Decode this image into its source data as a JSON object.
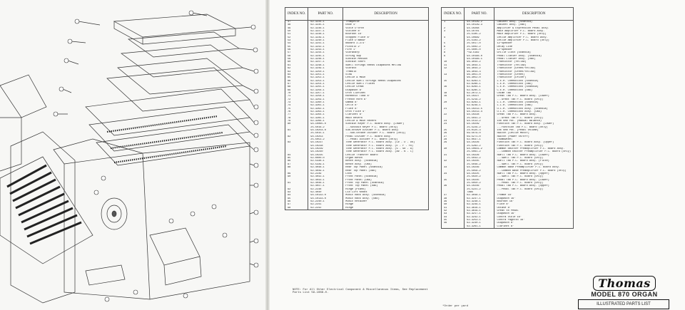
{
  "table1": {
    "headers": {
      "index": "INDEX NO.",
      "part": "PART NO.",
      "desc": "DESCRIPTION"
    },
    "rows": [
      [
        "47",
        "62-3234-1",
        "Trompette"
      ],
      [
        "48",
        "62-3235-1",
        "Oboe 4'"
      ],
      [
        "49",
        "62-3236-1",
        "Viole D'orch"
      ],
      [
        "50",
        "62-3237-1",
        "Violone 8'"
      ],
      [
        "51",
        "62-3238-1",
        "Bourdon 16'"
      ],
      [
        "52",
        "62-3239-1",
        "Stopped Flute 8'"
      ],
      [
        "53",
        "62-3240-1",
        "Flute D'amour"
      ],
      [
        "54",
        "62-3241-1",
        "Nazard 2-2/3'"
      ],
      [
        "55",
        "62-3242-1",
        "Piccolo 2'"
      ],
      [
        "56",
        "62-3243-1",
        "Fife 1'"
      ],
      [
        "57",
        "62-3244-1",
        "Vibraharp"
      ],
      [
        "58",
        "62-3245-1",
        "String Swp"
      ],
      [
        "59",
        "62-3246-1",
        "Sustain Medium"
      ],
      [
        "60",
        "62-3247-1",
        "Sustain Short"
      ],
      [
        "61",
        "62-3248-1",
        "Swell Strings Reeds Diapasons Mellow"
      ],
      [
        "62",
        "62-3249-1",
        "Vibrato"
      ],
      [
        "63",
        "62-3250-1",
        "Tremolo"
      ],
      [
        "64",
        "62-3251-1",
        "Slow"
      ],
      [
        "65",
        "62-3252-1",
        "Leslie & Main"
      ],
      [
        "66",
        "62-3253-1",
        "Leslie Swell Strings Reeds Diapasons"
      ],
      [
        "67",
        "62-3254-1",
        "Leslie Swell Flutes"
      ],
      [
        "68",
        "62-3255-1",
        "Leslie Great"
      ],
      [
        "69",
        "62-3256-1",
        "Diapason 8'"
      ],
      [
        "70",
        "62-3257-1",
        "Orch Clarinet"
      ],
      [
        "71",
        "62-3258-1",
        "Harmonic Tuba 8'"
      ],
      [
        "72",
        "62-3259-1",
        "French Horn 8'"
      ],
      [
        "73",
        "62-3260-1",
        "Gamba 8'"
      ],
      [
        "74",
        "62-3261-1",
        "Cello 8'"
      ],
      [
        "75",
        "62-3262-1",
        "Flute 8'"
      ],
      [
        "76",
        "62-3263-1",
        "Orch Flute 4'"
      ],
      [
        "77",
        "62-3264-1",
        "Clarinet 8'"
      ],
      [
        "78",
        "62-3265-1",
        "Main Reverb"
      ],
      [
        "79",
        "62-3266-1",
        "Leslie & Main Reverb"
      ],
      [
        "80",
        "94-10065-0",
        "Sustain Keyer P.C. Board Assy. (Lower)"
      ],
      [
        "",
        "25-5016-2",
        "...Sustain Keyer P.C. Board (Only)"
      ],
      [
        "81",
        "94-10254-0",
        "Sub-Octave Divider P.C. Board Assy."
      ],
      [
        "",
        "25-5015-1",
        "...Sub-Octave Divider P.C. Board (Only)"
      ],
      [
        "82",
        "94-10253",
        "Pedal Divider P.C. Board Assy."
      ],
      [
        "",
        "25-5053-2",
        "...Pedal Divider P.C. Board (Only)"
      ],
      [
        "83",
        "94-10237",
        "Tone Generator P.C. Board Assy. (C# - D - D#)"
      ],
      [
        "",
        "94-10238",
        "Tone Generator P.C. Board Assy. (E - F - F#)"
      ],
      [
        "",
        "94-10239",
        "Tone Generator P.C. Board Assy. (G - G# - A)"
      ],
      [
        "",
        "94-10240",
        "Tone Generator P.C. Board Assy. (A# - B - C)"
      ],
      [
        "84",
        "94-10235",
        "Leslie Transfer Board"
      ],
      [
        "85",
        "62-0000-0",
        "Organ Bench"
      ],
      [
        "86",
        "62-5338-1",
        "Bench Assy. (Scandia)"
      ],
      [
        "87",
        "62-5339-1",
        "Bench Assy. (Oak)"
      ],
      [
        "88",
        "62-4048-1",
        "Rear Top Panel (Scandia)"
      ],
      [
        "",
        "62-4049-1",
        "Rear Top Panel (Oak)"
      ],
      [
        "89",
        "62-2239",
        "Lock"
      ],
      [
        "90",
        "62-4042-1",
        "Front Panel (Scandia)"
      ],
      [
        "",
        "62-4043-1",
        "Front Panel (Oak)"
      ],
      [
        "91",
        "62-4046-1",
        "Front Top Panel (Scandia)"
      ],
      [
        "",
        "62-4047-1",
        "Front Top Panel (Oak)"
      ],
      [
        "92",
        "62-2238",
        "Hinge (Piano)"
      ],
      [
        "93",
        "62-4040",
        "Lid Lift Knobs"
      ],
      [
        "94",
        "94-10132-0",
        "Music Rack Assy. (Scandia)"
      ],
      [
        "95",
        "94-10133-0",
        "Music Rack Assy. (Oak)"
      ],
      [
        "96",
        "62-2240-1",
        "Music Retainer"
      ],
      [
        "97",
        "62-2241",
        "Hinge"
      ],
      [
        "98",
        "62-2242",
        "Hinge"
      ]
    ],
    "note": "NOTE: For All Other Electrical Component & Miscellaneous Items, See Replacement Parts List 59-1088-0."
  },
  "table2": {
    "headers": {
      "index": "INDEX NO.",
      "part": "PART NO.",
      "desc": "DESCRIPTION"
    },
    "rows": [
      [
        "1",
        "94-10139-2",
        "Cabinet Assy. (Scandia)"
      ],
      [
        "",
        "94-10139-3",
        "Cabinet Assy. (Oak)"
      ],
      [
        "2",
        "94-10268",
        "Amplifier & Expression Pedal Assy."
      ],
      [
        "3",
        "94-10701",
        "Main Amplifier P.C. Board Assy."
      ],
      [
        "",
        "25-5105-2",
        "Main Amplifier P.C. Board (Only)"
      ],
      [
        "4",
        "94-10699",
        "Leslie Amplifier P.C. Board Assy."
      ],
      [
        "",
        "25-5103-2",
        "Leslie Amplifier P.C. Board (Only)"
      ],
      [
        "5",
        "25-5017-0",
        "12\"Speaker"
      ],
      [
        "6",
        "25-5002-2",
        "Delay Line"
      ],
      [
        "7",
        "25-5005-0",
        "12\"Speaker"
      ],
      [
        "8",
        "*59-5182",
        "Grille Cloth (Scandia)"
      ],
      [
        "9",
        "94-10196-0",
        "Pedal Clavier Assy. (Scandia)"
      ],
      [
        "",
        "94-10196-1",
        "Pedal Clavier Assy. (Oak)"
      ],
      [
        "10",
        "96-3044-2",
        "Transistor (Yellow)"
      ],
      [
        "11",
        "96-3044-1",
        "Transistor (Yellow)"
      ],
      [
        "12",
        "96-3044-2",
        "Transistor (Green/Yellow)"
      ],
      [
        "",
        "96-3044-3",
        "Transistor (Green/Yellow)"
      ],
      [
        "13",
        "96-3051-0",
        "Transistor (Green)"
      ],
      [
        "",
        "96-3052-0",
        "Transistor (Driver)"
      ],
      [
        "15",
        "62-6283-1",
        "L.E.H. Cheekblock (Scandia)"
      ],
      [
        "",
        "62-6286-1",
        "L.E.H. Cheekblock (Oak)"
      ],
      [
        "16",
        "62-6284-1",
        "C.E.H. Cheekblock (Scandia)"
      ],
      [
        "",
        "62-6285-1",
        "C.E.H. Cheekblock (Oak)"
      ],
      [
        "18",
        "62-2072-1",
        "Chime Tab"
      ],
      [
        "19",
        "94-10227",
        "Great Tab P.C. Board Assy. (Lower)"
      ],
      [
        "",
        "25-5219-2",
        "...Great Tab P.C. Board (Only)"
      ],
      [
        "20",
        "62-6283-1",
        "L.L.H. Cheekblock (Scandia)"
      ],
      [
        "",
        "62-6239-1",
        "L.L.H. Cheekblock (Oak)"
      ],
      [
        "21",
        "94-10212-5",
        "U.L.H. Cheekblock Assy. (Scandia)"
      ],
      [
        "",
        "94-10212-4",
        "U.L.H. Cheekblock Assy. (Oak)"
      ],
      [
        "22",
        "94-10228",
        "Great Tab P.C. Board Assy."
      ],
      [
        "",
        "25-5041-2",
        "...Great Tab P.C. Board (Only)"
      ],
      [
        "23",
        "94-1513-2",
        "100 Ohm Pot. (Manual Balance)"
      ],
      [
        "24",
        "94-10249",
        "Function Tab P.C. Board Assy. (Lower)"
      ],
      [
        "",
        "25-5229-2",
        "...Function Tab P.C. Board (Only)"
      ],
      [
        "25",
        "24-0125-3",
        "10k Ohm Pot. (Pedal Volume)"
      ],
      [
        "26",
        "69-5079-0",
        "Switch (Leslie Motor)"
      ],
      [
        "27",
        "69-5271-0",
        "Switch (Power On/Off)"
      ],
      [
        "28",
        "62-0037-1",
        "Thumbwheel"
      ],
      [
        "29",
        "94-10226",
        "Function Tab P.C. Board Assy. (Upper)"
      ],
      [
        "",
        "25-5283-2",
        "Function Tab P.C. Board (Only)"
      ],
      [
        "30",
        "94-10641-2",
        "Common Emitter Preamplifier P.C. Board Assy."
      ],
      [
        "",
        "25-5061-2",
        "...Common Emitter Preamplifier P.C. Board (Only)"
      ],
      [
        "31",
        "94-10226",
        "Swell Tab P.C. Board Assy. (Lower)"
      ],
      [
        "",
        "25-5043-2",
        "...Swell Tab P.C. Board (Only)"
      ],
      [
        "32",
        "94-10245",
        "Swell Tab P.C. Board Assy. (Flute)"
      ],
      [
        "",
        "25-5046-2",
        "...Swell Tab P.C. Board (Only)"
      ],
      [
        "33",
        "94-10246",
        "Common Base Preamplifier P.C. Board Assy."
      ],
      [
        "",
        "25-5058-2",
        "...Common Base Preamplifier P.C. Board (Only)"
      ],
      [
        "34",
        "94-10225",
        "Swell Tab P.C. Board Assy. (Upper)"
      ],
      [
        "",
        "25-5020-2",
        "...Swell Tab P.C. Board (Only)"
      ],
      [
        "35",
        "94-10245",
        "Pedal Tab P.C. Board Assy. (Lower)"
      ],
      [
        "",
        "25-5050-2",
        "...Pedal Tab P.C. Board (Only)"
      ],
      [
        "36",
        "94-10246",
        "Pedal Tab P.C. Board Assy. (Upper)"
      ],
      [
        "",
        "25-5221-2",
        "...Pedal Tab P.C. Board (Only)"
      ],
      [
        "",
        "TABS",
        ""
      ],
      [
        "37",
        "62-3048-1",
        "Trombe 16'"
      ],
      [
        "38",
        "62-3237-1",
        "Diapason 16'"
      ],
      [
        "39",
        "62-3238-1",
        "Bourdon 16'"
      ],
      [
        "40",
        "62-3239-1",
        "Flute 8'"
      ],
      [
        "41",
        "62-3616-1",
        "Octave 8'"
      ],
      [
        "42",
        "62-3619-1",
        "Great to Pedal"
      ],
      [
        "43",
        "62-3217-1",
        "Diapason 16'"
      ],
      [
        "44",
        "62-3242-1",
        "Contra Viole 16'"
      ],
      [
        "45",
        "62-3253-1",
        "Contra Fagotto 16'"
      ],
      [
        "46",
        "62-3230-1",
        "Diapason 8'"
      ],
      [
        "",
        "62-3261-1",
        "Clarinet 8'"
      ]
    ],
    "note": "*Order per yard"
  },
  "brand": {
    "logo": "Thomas",
    "model": "MODEL 870 ORGAN",
    "subtitle": "ILLUSTRATED PARTS LIST"
  }
}
